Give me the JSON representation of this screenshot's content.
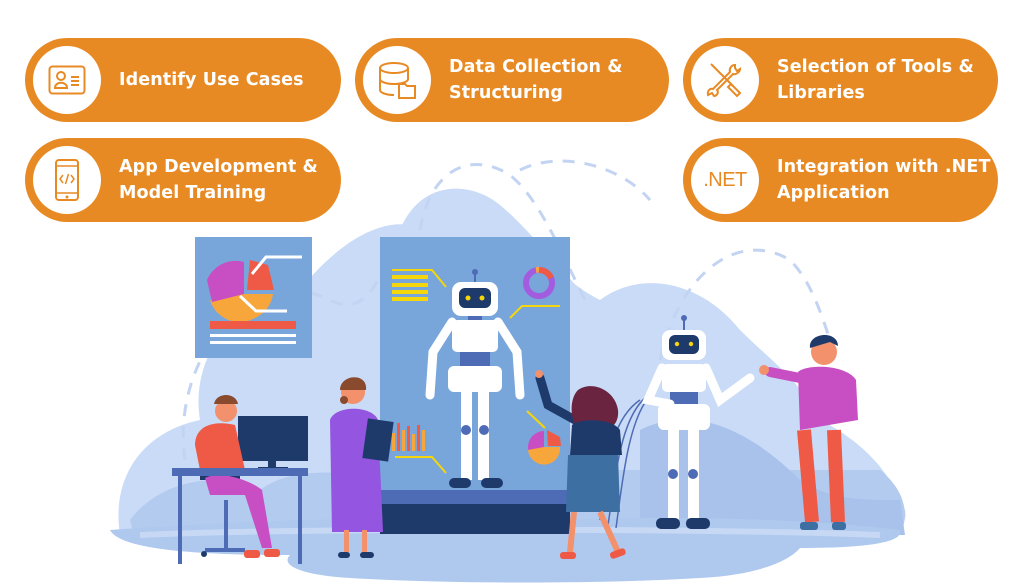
{
  "colors": {
    "accent": "#E88A24",
    "badge_bg": "#FFFFFF",
    "blob_light": "#C9DBF6",
    "blob_mid": "#AFC8EE",
    "panel_blue": "#78A6DB",
    "navy": "#1E3A6B",
    "yellow": "#F5D60A"
  },
  "steps": [
    {
      "id": "identify",
      "icon": "id-card-icon",
      "lines": [
        "Identify Use Cases"
      ]
    },
    {
      "id": "data",
      "icon": "database-folder-icon",
      "lines": [
        "Data Collection &",
        "Structuring"
      ]
    },
    {
      "id": "tools",
      "icon": "wrench-screwdriver-icon",
      "lines": [
        "Selection of Tools &",
        "Libraries"
      ]
    },
    {
      "id": "app",
      "icon": "mobile-code-icon",
      "lines": [
        "App Development &",
        "Model Training"
      ]
    },
    {
      "id": "integration",
      "icon": "dotnet-icon",
      "icon_text": ".NET",
      "lines": [
        "Integration with .NET",
        "Application"
      ]
    }
  ]
}
